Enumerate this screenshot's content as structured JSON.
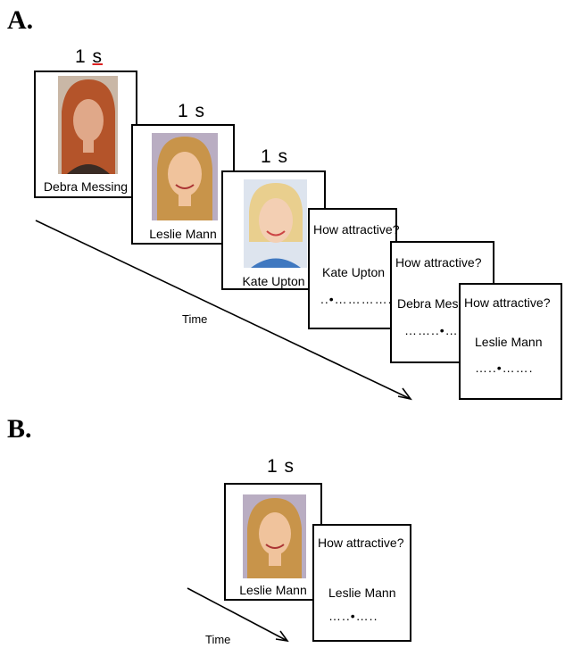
{
  "panels": {
    "a_label": "A.",
    "b_label": "B."
  },
  "duration_label": "1 s",
  "time_label": "Time",
  "question": "How attractive?",
  "a": {
    "faces": [
      {
        "name": "Debra Messing",
        "hair": "#b4542a",
        "skin": "#e0a889",
        "bg": "#c9b7a6"
      },
      {
        "name": "Leslie Mann",
        "hair": "#c8944a",
        "skin": "#f0c39c",
        "bg": "#b9adc2"
      },
      {
        "name": "Kate Upton",
        "hair": "#e9cf8e",
        "skin": "#f3cfb3",
        "bg": "#dde4ee"
      }
    ],
    "ratings": [
      {
        "name": "Kate Upton",
        "scale": "..•………….."
      },
      {
        "name": "Debra Messing",
        "scale": "……..•……."
      },
      {
        "name": "Leslie Mann",
        "scale": "…..•……."
      }
    ]
  },
  "b": {
    "face": {
      "name": "Leslie Mann",
      "hair": "#c8944a",
      "skin": "#f0c39c",
      "bg": "#b9adc2"
    },
    "rating": {
      "name": "Leslie Mann",
      "scale": "…..•….."
    }
  }
}
